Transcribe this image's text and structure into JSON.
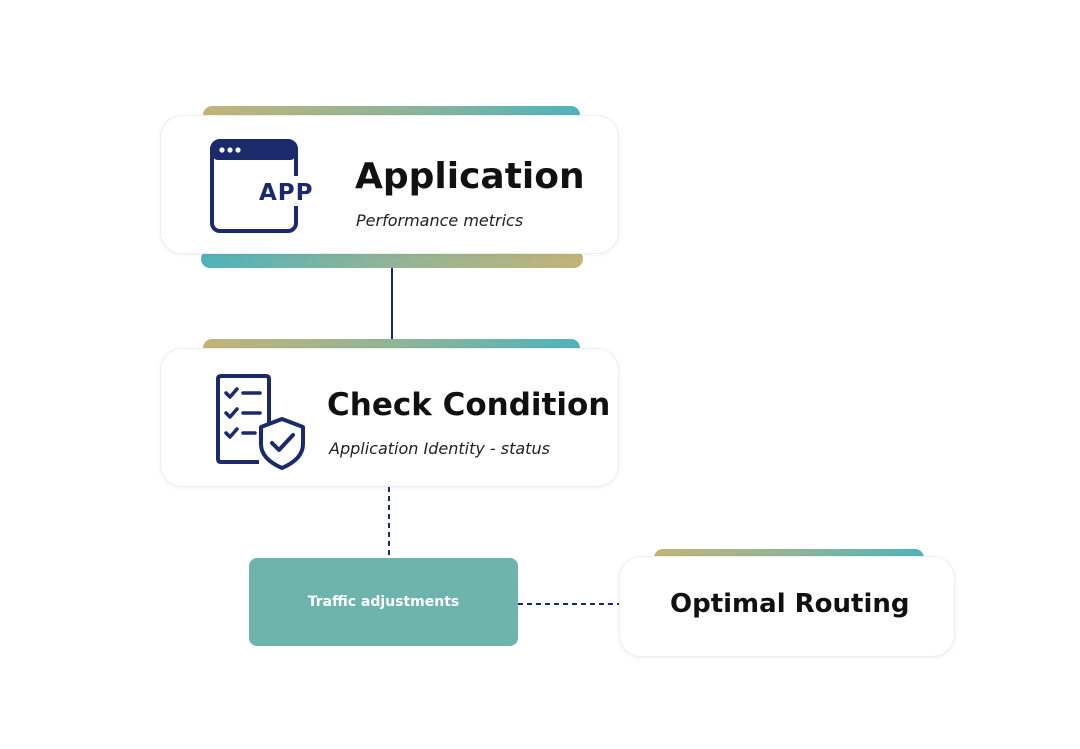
{
  "nodes": {
    "application": {
      "title": "Application",
      "subtitle": "Performance metrics",
      "icon": "app-window-icon",
      "icon_text": "APP"
    },
    "check_condition": {
      "title": "Check Condition",
      "subtitle": "Application Identity - status",
      "icon": "checklist-shield-icon"
    },
    "traffic_adjustments": {
      "label": "Traffic adjustments"
    },
    "optimal_routing": {
      "title": "Optimal Routing"
    }
  },
  "colors": {
    "icon_navy": "#1b2a6b",
    "connector_navy": "#1b2a6b",
    "traffic_box_teal": "#6fb3ad",
    "accent_teal": "#4fb3bb",
    "accent_olive": "#c3b478"
  }
}
